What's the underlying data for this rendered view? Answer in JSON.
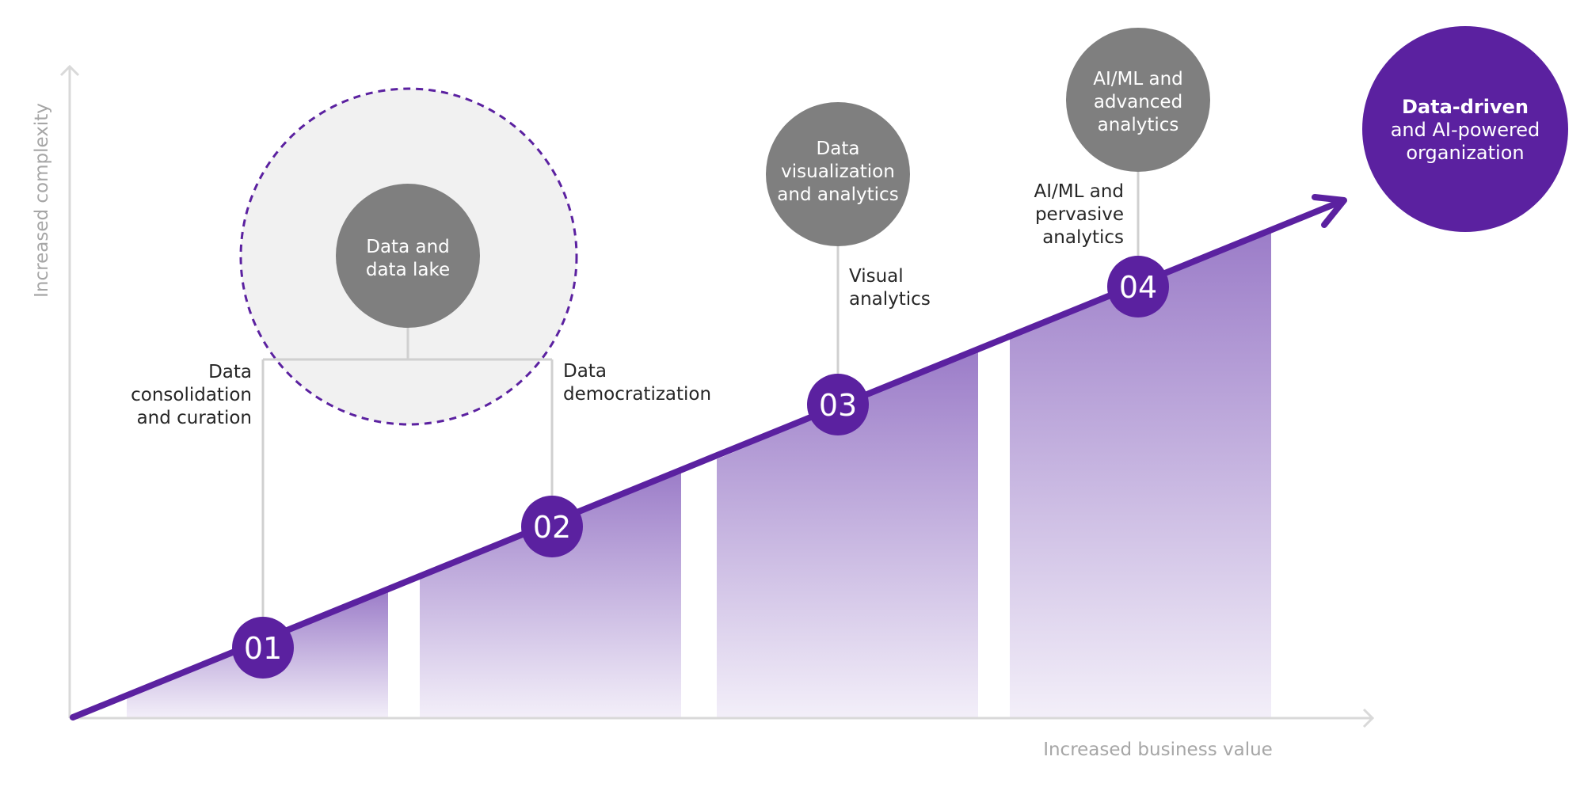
{
  "axes": {
    "y_label": "Increased complexity",
    "x_label": "Increased business value"
  },
  "colors": {
    "purple": "#5b21a0",
    "gray_bubble": "#7f7f7f",
    "axis": "#d9d9d9",
    "connector": "#d0d0d0",
    "highlight_fill": "#f1f1f1"
  },
  "steps": [
    {
      "number": "01",
      "label": [
        "Data",
        "consolidation",
        "and curation"
      ]
    },
    {
      "number": "02",
      "label": [
        "Data",
        "democratization"
      ]
    },
    {
      "number": "03",
      "label": [
        "Visual",
        "analytics"
      ]
    },
    {
      "number": "04",
      "label": [
        "AI/ML and",
        "pervasive",
        "analytics"
      ]
    }
  ],
  "bubbles": [
    {
      "lines": [
        "Data and",
        "data lake"
      ]
    },
    {
      "lines": [
        "Data",
        "visualization",
        "and analytics"
      ]
    },
    {
      "lines": [
        "AI/ML and",
        "advanced",
        "analytics"
      ]
    }
  ],
  "final": {
    "bold": "Data-driven",
    "lines": [
      "and AI-powered",
      "organization"
    ]
  }
}
